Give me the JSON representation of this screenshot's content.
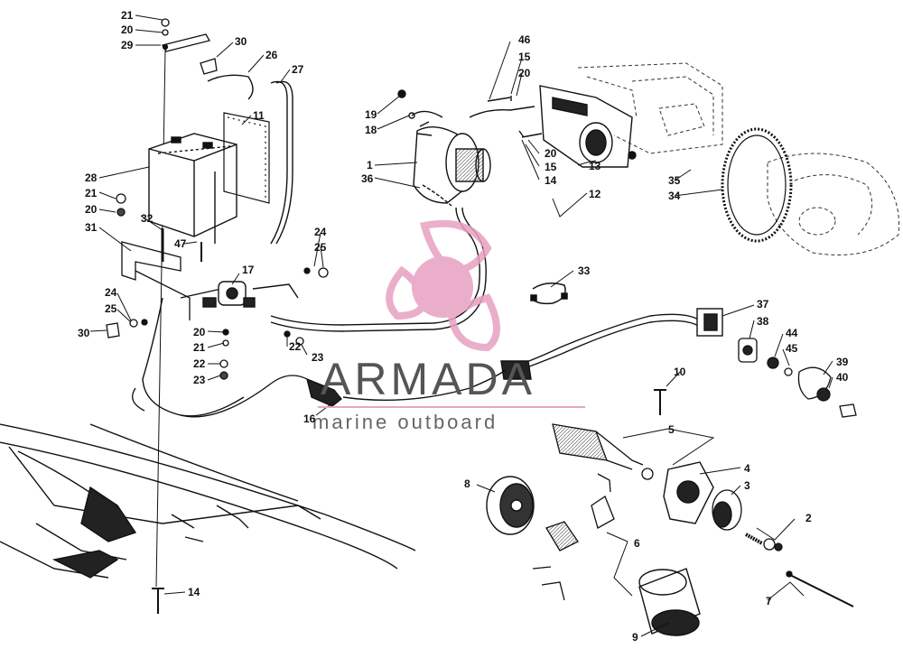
{
  "watermark": {
    "title": "ARMADA",
    "subtitle": "marine outboard",
    "logo_color": "#e7a1c2"
  },
  "callouts": [
    {
      "id": "c21a",
      "text": "21"
    },
    {
      "id": "c20a",
      "text": "20"
    },
    {
      "id": "c29",
      "text": "29"
    },
    {
      "id": "c30a",
      "text": "30"
    },
    {
      "id": "c26",
      "text": "26"
    },
    {
      "id": "c27",
      "text": "27"
    },
    {
      "id": "c11",
      "text": "11"
    },
    {
      "id": "c28",
      "text": "28"
    },
    {
      "id": "c21b",
      "text": "21"
    },
    {
      "id": "c20b",
      "text": "20"
    },
    {
      "id": "c32",
      "text": "32"
    },
    {
      "id": "c31",
      "text": "31"
    },
    {
      "id": "c47",
      "text": "47"
    },
    {
      "id": "c17",
      "text": "17"
    },
    {
      "id": "c24a",
      "text": "24"
    },
    {
      "id": "c25a",
      "text": "25"
    },
    {
      "id": "c30b",
      "text": "30"
    },
    {
      "id": "c20c",
      "text": "20"
    },
    {
      "id": "c21c",
      "text": "21"
    },
    {
      "id": "c22a",
      "text": "22"
    },
    {
      "id": "c23a",
      "text": "23"
    },
    {
      "id": "c22b",
      "text": "22"
    },
    {
      "id": "c23b",
      "text": "23"
    },
    {
      "id": "c16",
      "text": "16"
    },
    {
      "id": "c24b",
      "text": "24"
    },
    {
      "id": "c25b",
      "text": "25"
    },
    {
      "id": "c19",
      "text": "19"
    },
    {
      "id": "c18",
      "text": "18"
    },
    {
      "id": "c1",
      "text": "1"
    },
    {
      "id": "c36",
      "text": "36"
    },
    {
      "id": "c46",
      "text": "46"
    },
    {
      "id": "c15a",
      "text": "15"
    },
    {
      "id": "c20d",
      "text": "20"
    },
    {
      "id": "c20e",
      "text": "20"
    },
    {
      "id": "c15b",
      "text": "15"
    },
    {
      "id": "c14a",
      "text": "14"
    },
    {
      "id": "c13",
      "text": "13"
    },
    {
      "id": "c12",
      "text": "12"
    },
    {
      "id": "c35",
      "text": "35"
    },
    {
      "id": "c34",
      "text": "34"
    },
    {
      "id": "c33",
      "text": "33"
    },
    {
      "id": "c37",
      "text": "37"
    },
    {
      "id": "c38",
      "text": "38"
    },
    {
      "id": "c44",
      "text": "44"
    },
    {
      "id": "c45",
      "text": "45"
    },
    {
      "id": "c39",
      "text": "39"
    },
    {
      "id": "c40",
      "text": "40"
    },
    {
      "id": "c10",
      "text": "10"
    },
    {
      "id": "c5",
      "text": "5"
    },
    {
      "id": "c4",
      "text": "4"
    },
    {
      "id": "c3",
      "text": "3"
    },
    {
      "id": "c8",
      "text": "8"
    },
    {
      "id": "c2",
      "text": "2"
    },
    {
      "id": "c6",
      "text": "6"
    },
    {
      "id": "c7",
      "text": "7"
    },
    {
      "id": "c9",
      "text": "9"
    },
    {
      "id": "c14b",
      "text": "14"
    }
  ]
}
